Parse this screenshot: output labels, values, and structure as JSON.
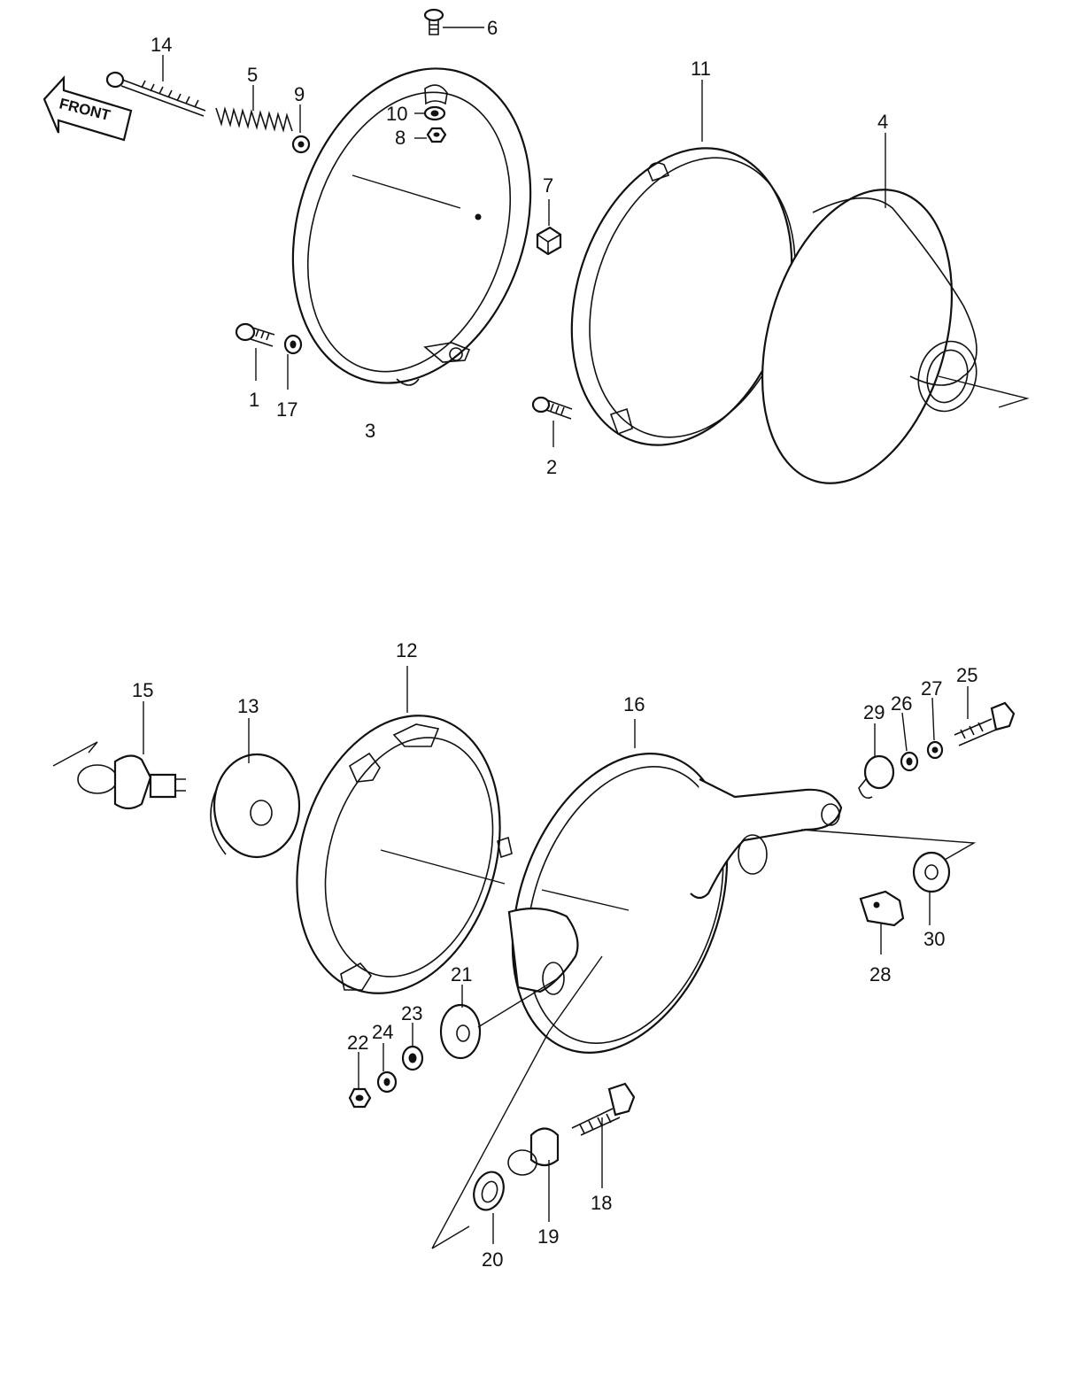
{
  "front_arrow_label": "FRONT",
  "callouts": [
    "1",
    "2",
    "3",
    "4",
    "5",
    "6",
    "7",
    "8",
    "9",
    "10",
    "11",
    "12",
    "13",
    "14",
    "15",
    "16",
    "17",
    "18",
    "19",
    "20",
    "21",
    "22",
    "23",
    "24",
    "25",
    "26",
    "27",
    "28",
    "29",
    "30"
  ]
}
